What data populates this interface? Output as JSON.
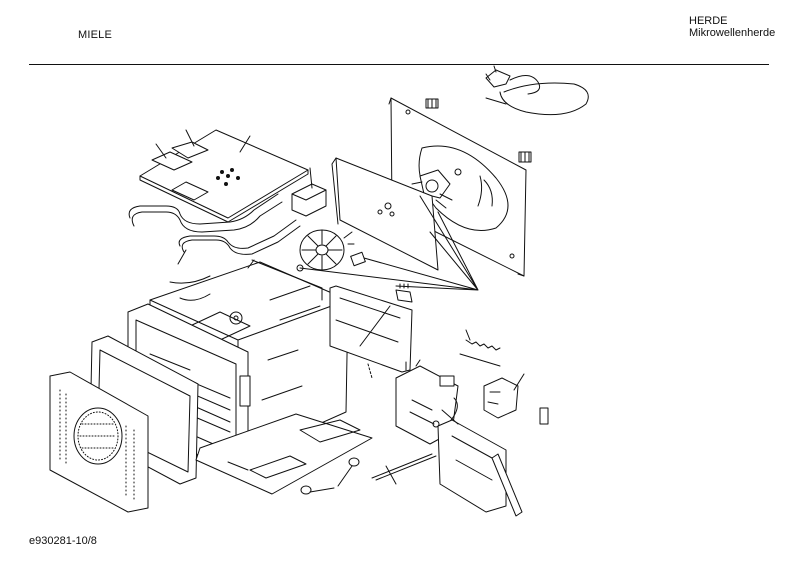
{
  "header": {
    "brand": "MIELE",
    "category_line1": "HERDE",
    "category_line2": "Mikrowellenherde"
  },
  "footer": {
    "document_number": "e930281-10/8"
  }
}
